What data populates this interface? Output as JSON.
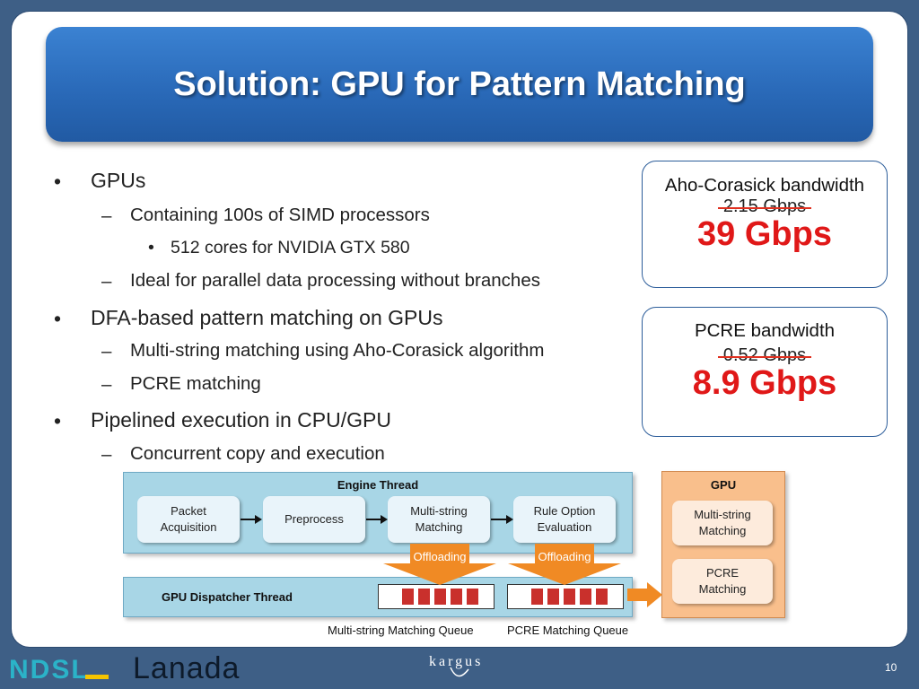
{
  "slide": {
    "title": "Solution: GPU for Pattern Matching",
    "page_number": "10"
  },
  "bullets": [
    {
      "text": "GPUs"
    },
    {
      "text": "Containing 100s of  SIMD processors"
    },
    {
      "text": "512 cores for NVIDIA GTX 580"
    },
    {
      "text": "Ideal for parallel data processing without branches"
    },
    {
      "text": "DFA-based pattern matching on GPUs"
    },
    {
      "text": "Multi-string matching using Aho-Corasick algorithm"
    },
    {
      "text": "PCRE matching"
    },
    {
      "text": "Pipelined execution in CPU/GPU"
    },
    {
      "text": "Concurrent copy and execution"
    }
  ],
  "callouts": {
    "aho": {
      "label": "Aho-Corasick bandwidth",
      "old": "2.15 Gbps",
      "new": "39 Gbps"
    },
    "pcre": {
      "label": "PCRE bandwidth",
      "old": "0.52 Gbps",
      "new": "8.9 Gbps"
    }
  },
  "diagram": {
    "engine_label": "Engine Thread",
    "stages": [
      "Packet\nAcquisition",
      "Preprocess",
      "Multi-string\nMatching",
      "Rule Option\nEvaluation"
    ],
    "gpu_label": "GPU",
    "gpu_boxes": [
      "Multi-string\nMatching",
      "PCRE\nMatching"
    ],
    "offload_label": "Offloading",
    "dispatcher_label": "GPU Dispatcher Thread",
    "queue_labels": [
      "Multi-string Matching Queue",
      "PCRE Matching Queue"
    ],
    "colors": {
      "engine_bg": "#a8d6e6",
      "gpu_bg": "#f9bf8c",
      "offload": "#f08a24",
      "queue_cell": "#c9302c"
    }
  },
  "footer": {
    "logo_left": "NDSL",
    "logo_mid": "Lanada",
    "logo_center": "kargus"
  }
}
